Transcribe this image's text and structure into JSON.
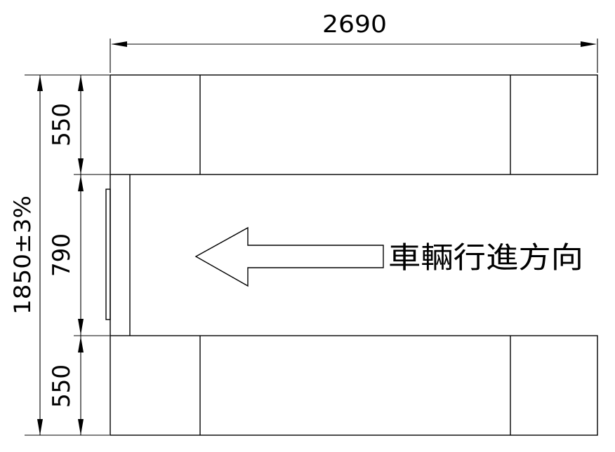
{
  "dimensions": {
    "overall_width": "2690",
    "overall_height": "1850±3%",
    "top_section": "550",
    "middle_section": "790",
    "bottom_section": "550"
  },
  "direction_label": "車輛行進方向",
  "colors": {
    "line": "#000000",
    "background": "#ffffff"
  }
}
